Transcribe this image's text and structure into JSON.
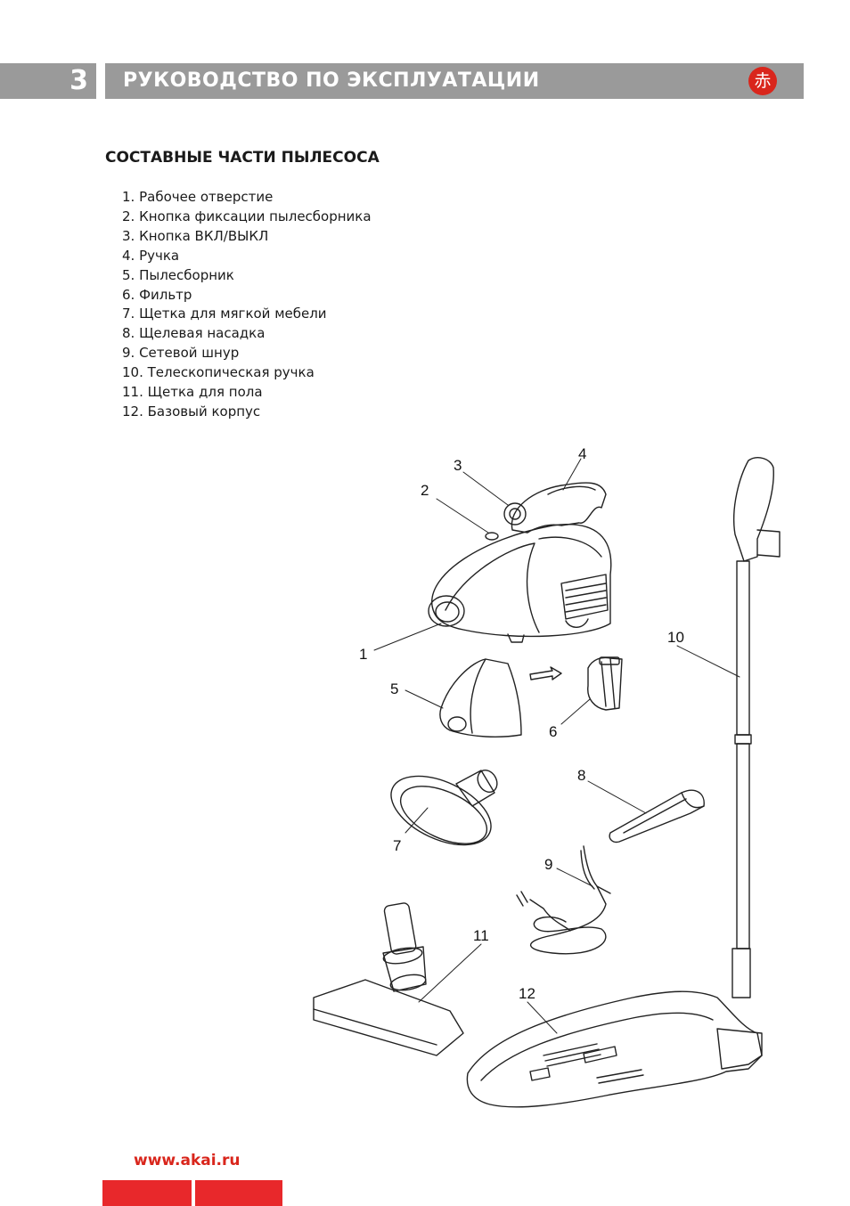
{
  "header": {
    "page_number": "3",
    "title": "РУКОВОДСТВО ПО ЭКСПЛУАТАЦИИ",
    "logo_glyph": "赤"
  },
  "section_title": "СОСТАВНЫЕ ЧАСТИ ПЫЛЕСОСА",
  "parts": [
    "1. Рабочее отверстие",
    "2. Кнопка фиксации пылесборника",
    "3. Кнопка ВКЛ/ВЫКЛ",
    "4. Ручка",
    "5. Пылесборник",
    "6. Фильтр",
    "7. Щетка для мягкой мебели",
    "8. Щелевая насадка",
    "9. Сетевой шнур",
    "10. Телескопическая ручка",
    "11. Щетка для пола",
    "12. Базовый корпус"
  ],
  "diagram_labels": {
    "l1": "1",
    "l2": "2",
    "l3": "3",
    "l4": "4",
    "l5": "5",
    "l6": "6",
    "l7": "7",
    "l8": "8",
    "l9": "9",
    "l10": "10",
    "l11": "11",
    "l12": "12"
  },
  "footer": {
    "url": "www.akai.ru"
  },
  "colors": {
    "header_gray": "#9a9a9a",
    "brand_red": "#d9261c",
    "footer_red": "#e8282b"
  }
}
